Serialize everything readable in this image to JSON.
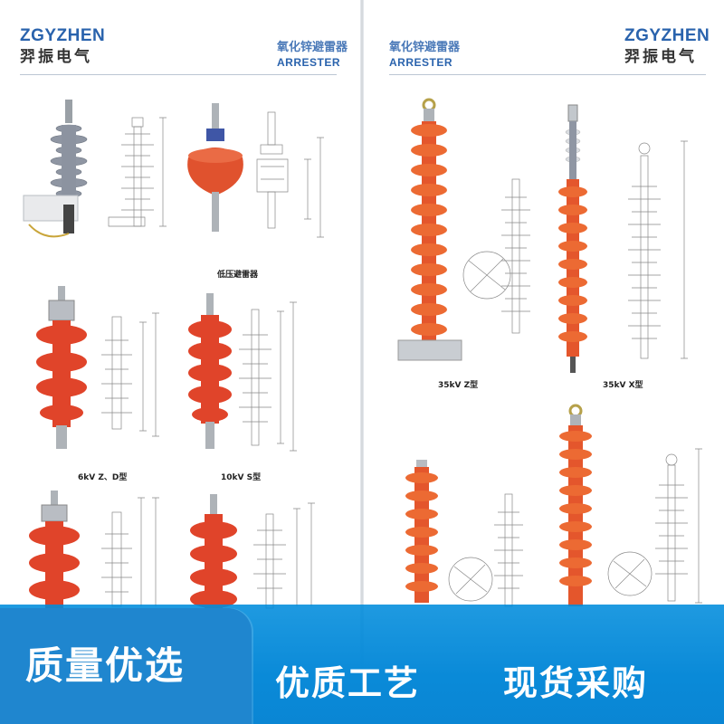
{
  "left_page": {
    "brand_en": "ZGYZHEN",
    "brand_cn": "羿振电气",
    "product_cn": "氧化锌避雷器",
    "product_en": "ARRESTER",
    "captions": [
      "低压避雷器",
      "6kV Z、D型",
      "10kV S型"
    ]
  },
  "right_page": {
    "brand_en": "ZGYZHEN",
    "brand_cn": "羿振电气",
    "product_cn": "氧化锌避雷器",
    "product_en": "ARRESTER",
    "captions": [
      "35kV Z型",
      "35kV X型"
    ]
  },
  "banner": {
    "badge_text": "质量优选",
    "slogan_1": "优质工艺",
    "slogan_2": "现货采购"
  },
  "colors": {
    "brand_blue": "#2a63ad",
    "arrester_red": "#e0462c",
    "arrester_orange": "#e8622e",
    "banner_blue": "#0a8ad8",
    "badge_blue": "#1f86cf"
  }
}
